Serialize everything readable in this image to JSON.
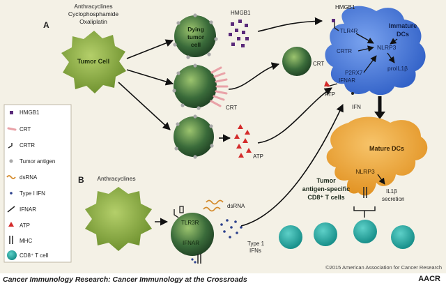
{
  "panels": {
    "a": "A",
    "b": "B"
  },
  "drugs_a": [
    "Anthracyclines",
    "Cyclophosphamide",
    "Oxaliplatin"
  ],
  "drugs_b": "Anthracyclines",
  "tumor_cell": "Tumor Cell",
  "dying_cell": [
    "Dying",
    "tumor",
    "cell"
  ],
  "hmgb1_top": "HMGB1",
  "hmgb1_dc": "HMGB1",
  "crt_mid": "CRT",
  "crt_dc": "CRT",
  "atp_low": "ATP",
  "atp_dc": "ATP",
  "ifn_dc": "IFN",
  "immature_dc": {
    "title": [
      "Immature",
      "DCs"
    ],
    "tlr4r": "TLR4R",
    "crtr": "CRTR",
    "nlrp3": "NLRP3",
    "proil": "proIL1β",
    "p2rx7": "P2RX7",
    "ifnar": "IFNAR"
  },
  "mature_dc": {
    "title": "Mature DCs",
    "nlrp3": "NLRP3"
  },
  "il1b": [
    "IL1β",
    "secretion"
  ],
  "tcell_text": [
    "Tumor",
    "antigen-specific",
    "CD8⁺ T cells"
  ],
  "b_cell": {
    "tlr3r": "TLR3R",
    "ifnar": "IFNAR",
    "dsrna": "dsRNA",
    "type1": [
      "Type 1",
      "IFNs"
    ]
  },
  "legend": [
    "HMGB1",
    "CRT",
    "CRTR",
    "Tumor antigen",
    "dsRNA",
    "Type I IFN",
    "IFNAR",
    "ATP",
    "MHC",
    "CD8⁺ T cell"
  ],
  "copyright": "©2015 American Association for Cancer Research",
  "footer": {
    "journal": "Cancer Immunology Research: Cancer Immunology at the Crossroads",
    "logo": "AACR"
  },
  "colors": {
    "tumor": "#7fa23a",
    "dying": "#2e5a32",
    "dc_blue": "#3f73d4",
    "dc_orange": "#f0a32a",
    "tcell": "#1e9e98",
    "hmgb1": "#5a2a7a",
    "atp": "#d42a2a",
    "crt": "#e9a2a8",
    "background": "#f4f1e6"
  }
}
